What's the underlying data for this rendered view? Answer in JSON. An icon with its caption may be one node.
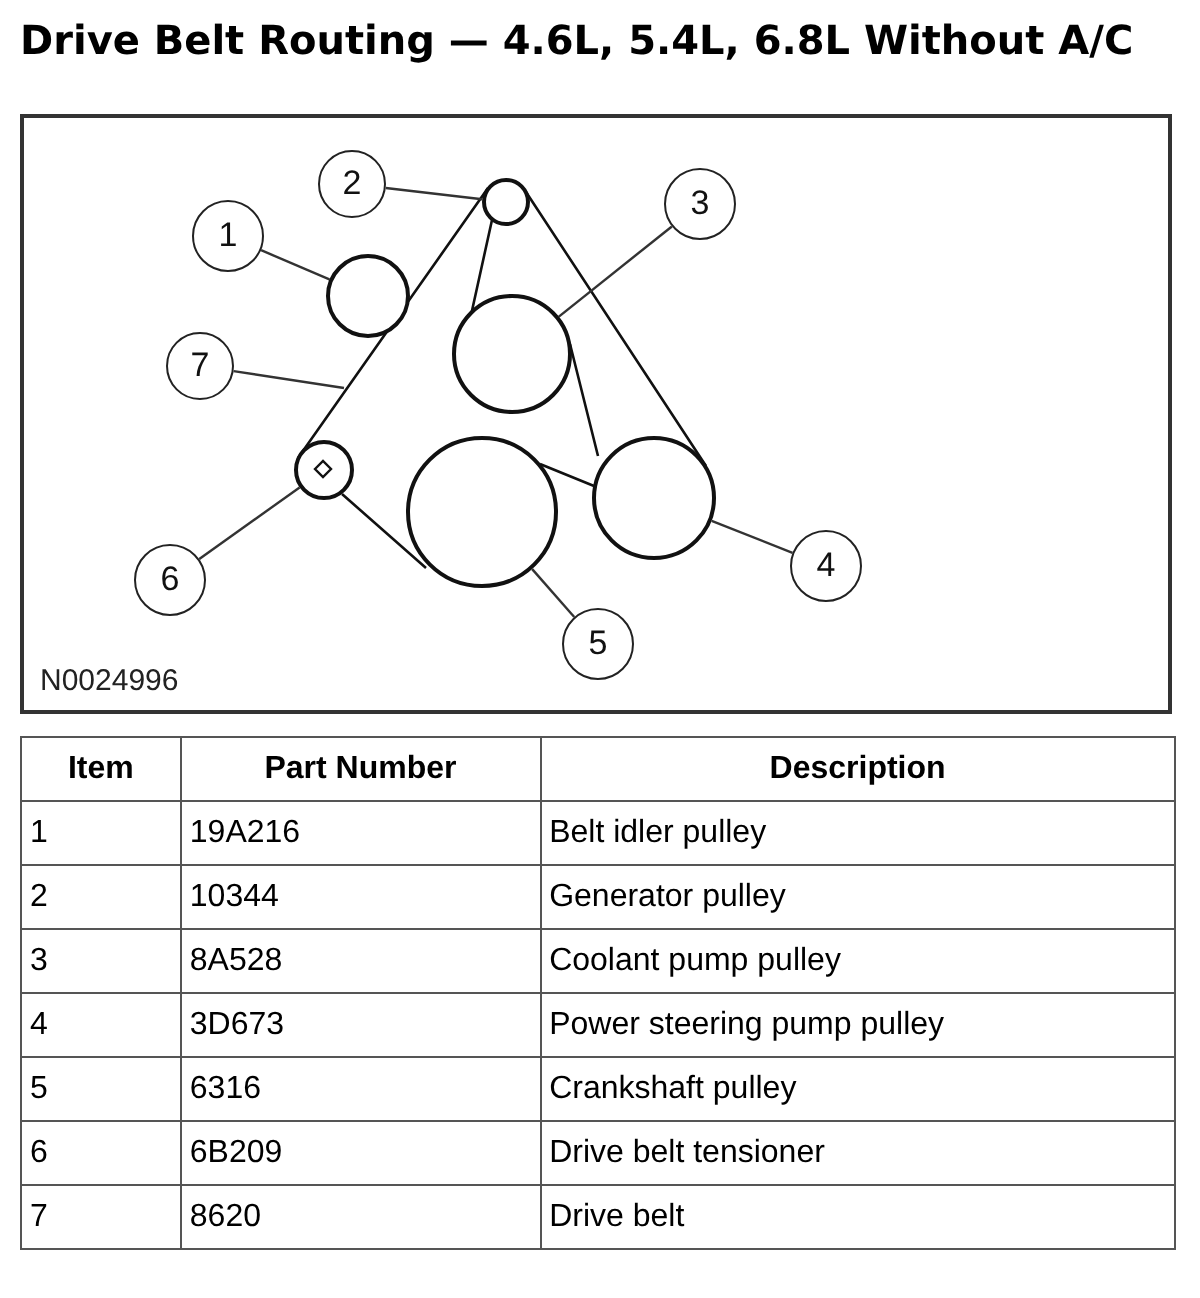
{
  "diagram": {
    "title": "Drive Belt Routing — 4.6L, 5.4L, 6.8L Without A/C",
    "nodes": [
      {
        "text": [
          "1"
        ]
      },
      {
        "text": [
          "2"
        ]
      },
      {
        "text": [
          "3"
        ]
      },
      {
        "text": [
          "4"
        ]
      },
      {
        "text": [
          "5"
        ]
      },
      {
        "text": [
          "6"
        ]
      },
      {
        "text": [
          "7"
        ]
      },
      {
        "text": [],
        "shape": "circle"
      },
      {
        "text": [],
        "shape": "circle"
      },
      {
        "text": [],
        "shape": "circle"
      },
      {
        "text": [],
        "shape": "circle"
      },
      {
        "text": [],
        "shape": "circle"
      },
      {
        "text": [],
        "shape": "circle"
      }
    ],
    "edges": [
      {
        "from": 0,
        "to": 7,
        "arrow": "none"
      },
      {
        "from": 1,
        "to": 8,
        "arrow": "none"
      },
      {
        "from": 2,
        "to": 9,
        "arrow": "none"
      },
      {
        "from": 3,
        "to": 10,
        "arrow": "none"
      },
      {
        "from": 4,
        "to": 11,
        "arrow": "none"
      },
      {
        "from": 5,
        "to": 12,
        "arrow": "none"
      },
      {
        "from": 6,
        "to": null,
        "arrow": "none"
      }
    ],
    "labels": [
      "N0024996",
      "Item",
      "Part Number",
      "Description",
      "1",
      "19A216",
      "Belt idler pulley",
      "2",
      "10344",
      "Generator pulley",
      "3",
      "8A528",
      "Coolant pump pulley",
      "4",
      "3D673",
      "Power steering pump pulley",
      "5",
      "6316",
      "Crankshaft pulley",
      "6",
      "6B209",
      "Drive belt tensioner",
      "7",
      "8620",
      "Drive belt"
    ]
  }
}
